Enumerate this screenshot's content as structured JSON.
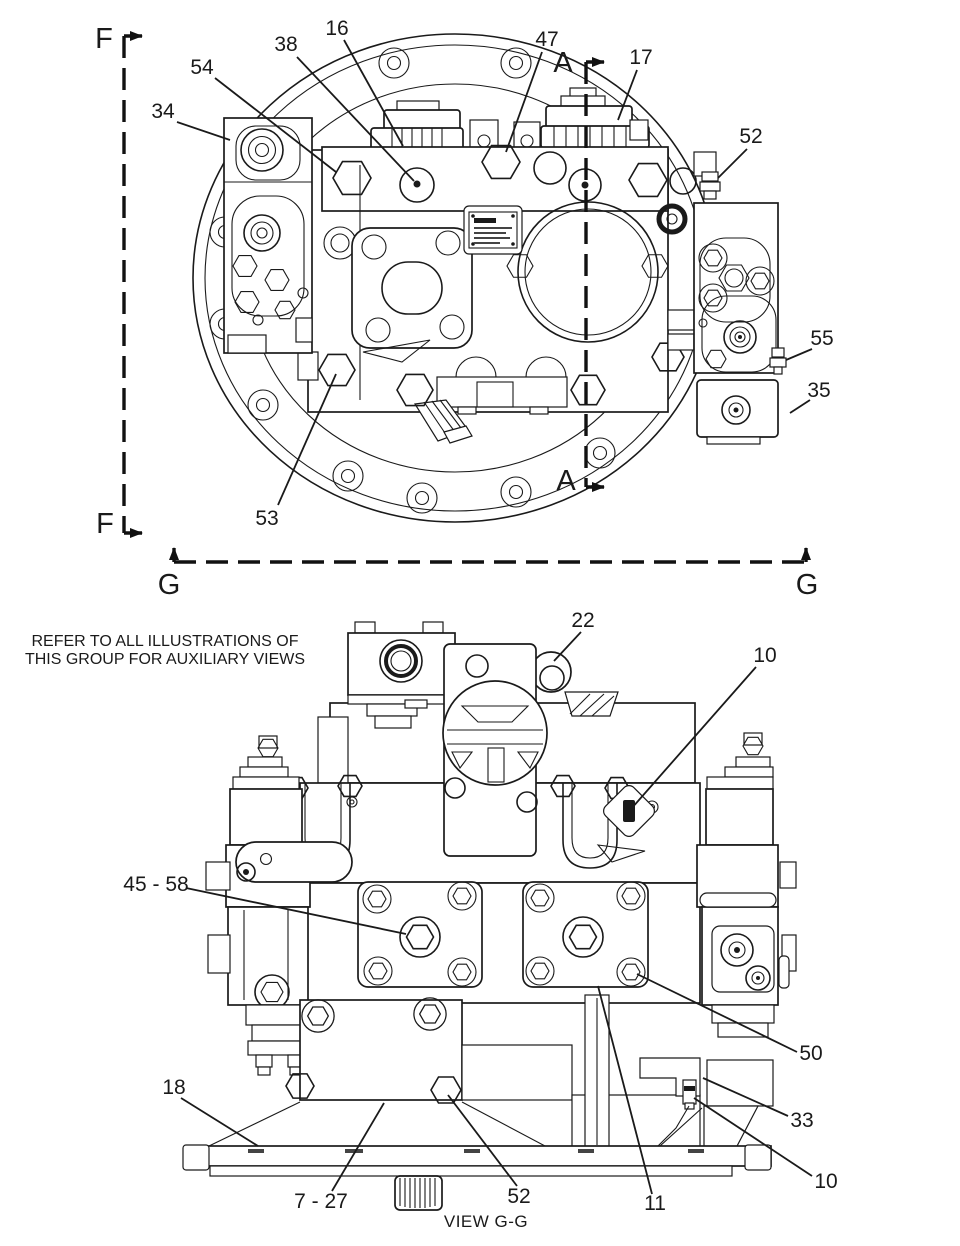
{
  "page": {
    "background": "#ffffff",
    "line_color": "#1a1a1a"
  },
  "note": {
    "line1": "REFER TO ALL ILLUSTRATIONS OF",
    "line2": "THIS GROUP FOR AUXILIARY VIEWS"
  },
  "view_gg": {
    "caption": "VIEW G-G"
  },
  "section_markers": {
    "f_top": "F",
    "f_bottom": "F",
    "a_top": "A",
    "a_bottom": "A",
    "g_left": "G",
    "g_right": "G"
  },
  "callouts_top_view": [
    {
      "label": "38"
    },
    {
      "label": "16"
    },
    {
      "label": "47"
    },
    {
      "label": "17"
    },
    {
      "label": "54"
    },
    {
      "label": "34"
    },
    {
      "label": "52"
    },
    {
      "label": "55"
    },
    {
      "label": "35"
    },
    {
      "label": "53"
    }
  ],
  "callouts_gg_view": [
    {
      "label": "22"
    },
    {
      "label": "10"
    },
    {
      "label": "45 - 58"
    },
    {
      "label": "50"
    },
    {
      "label": "33"
    },
    {
      "label": "10"
    },
    {
      "label": "18"
    },
    {
      "label": "7 - 27"
    },
    {
      "label": "52"
    },
    {
      "label": "11"
    }
  ]
}
